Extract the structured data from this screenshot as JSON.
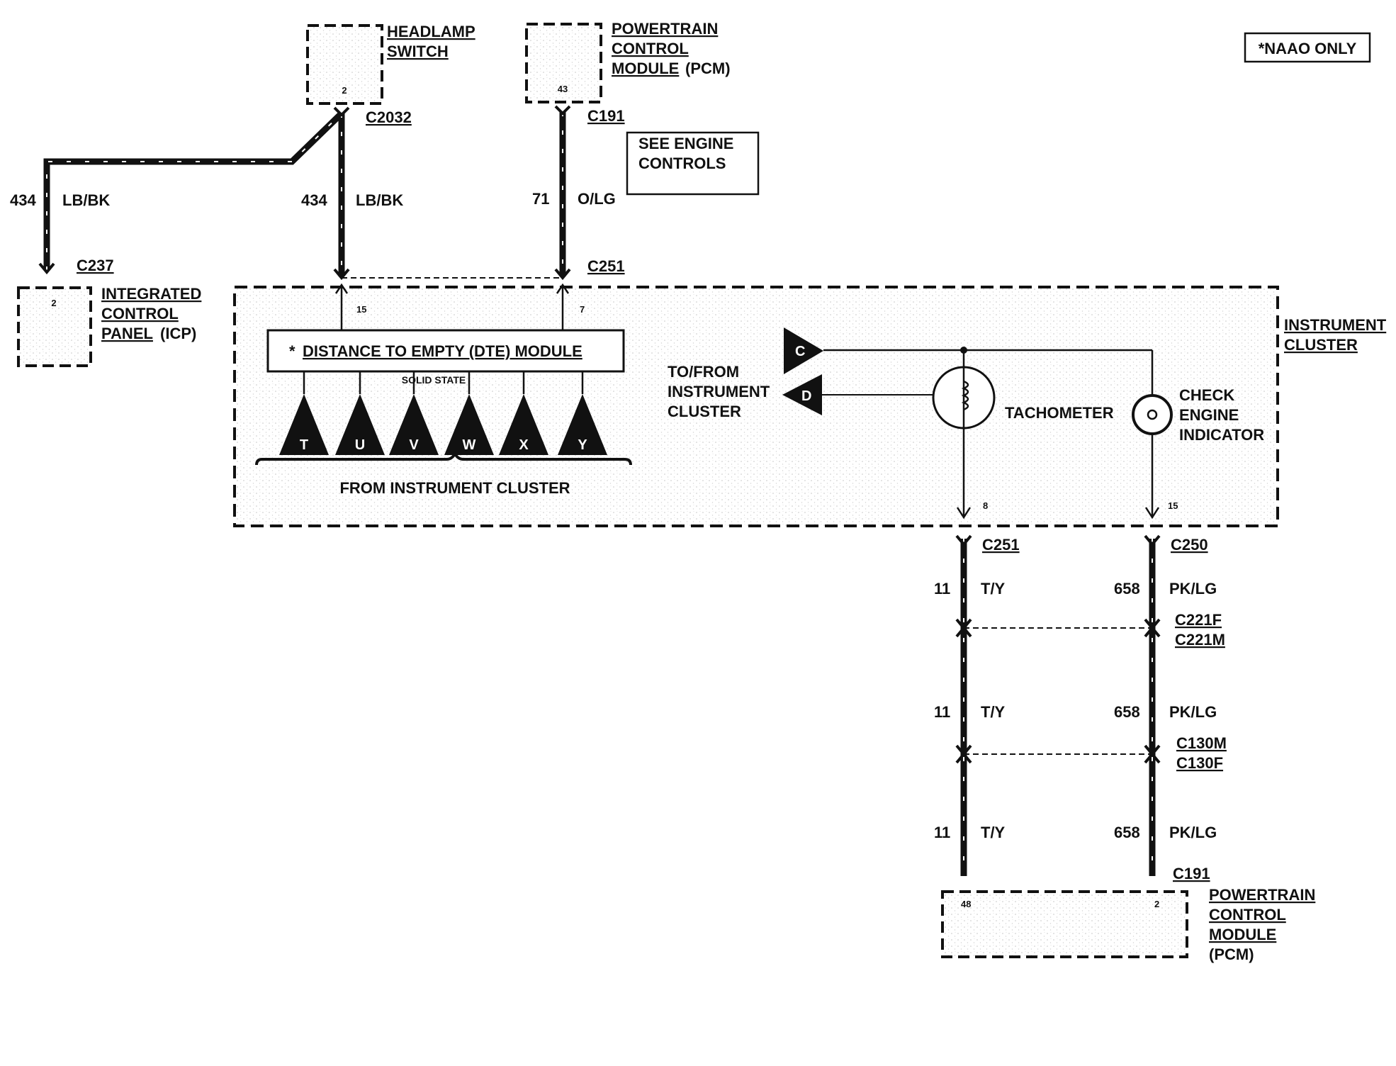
{
  "note": "*NAAO ONLY",
  "components": {
    "headlamp_switch": {
      "line1": "HEADLAMP",
      "line2": "SWITCH",
      "pin": "2"
    },
    "pcm_top": {
      "line1": "POWERTRAIN",
      "line2": "CONTROL",
      "line3": "MODULE",
      "line3_suffix": "(PCM)",
      "pin": "43"
    },
    "icp": {
      "line1": "INTEGRATED",
      "line2": "CONTROL",
      "line3": "PANEL",
      "line3_suffix": "(ICP)",
      "pin": "2"
    },
    "see_engine_controls": {
      "line1": "SEE ENGINE",
      "line2": "CONTROLS"
    },
    "instrument_cluster": {
      "line1": "INSTRUMENT",
      "line2": "CLUSTER"
    },
    "dte_module": {
      "prefix": "*",
      "title": "DISTANCE TO EMPTY (DTE) MODULE",
      "subtitle": "SOLID STATE"
    },
    "dte_inputs": [
      "T",
      "U",
      "V",
      "W",
      "X",
      "Y"
    ],
    "from_cluster": "FROM INSTRUMENT CLUSTER",
    "to_from": {
      "line1": "TO/FROM",
      "line2": "INSTRUMENT",
      "line3": "CLUSTER"
    },
    "tri_c": "C",
    "tri_d": "D",
    "tachometer": "TACHOMETER",
    "check_engine": {
      "line1": "CHECK",
      "line2": "ENGINE",
      "line3": "INDICATOR"
    },
    "pcm_bottom": {
      "line1": "POWERTRAIN",
      "line2": "CONTROL",
      "line3": "MODULE",
      "line4": "(PCM)",
      "pin_left": "48",
      "pin_right": "2"
    }
  },
  "connectors": {
    "c2032": "C2032",
    "c191_top": "C191",
    "c237": "C237",
    "c251_top": "C251",
    "c251_mid": "C251",
    "c250": "C250",
    "c221f": "C221F",
    "c221m": "C221M",
    "c130m": "C130M",
    "c130f": "C130F",
    "c191_bottom": "C191"
  },
  "pins": {
    "dte_15": "15",
    "dte_7": "7",
    "tach_8": "8",
    "cel_15": "15"
  },
  "wires": {
    "icp_circuit": "434",
    "icp_color": "LB/BK",
    "hl_circuit": "434",
    "hl_color": "LB/BK",
    "pcm_circuit": "71",
    "pcm_color": "O/LG",
    "tach_circuit": "11",
    "tach_color": "T/Y",
    "cel_circuit": "658",
    "cel_color": "PK/LG"
  }
}
